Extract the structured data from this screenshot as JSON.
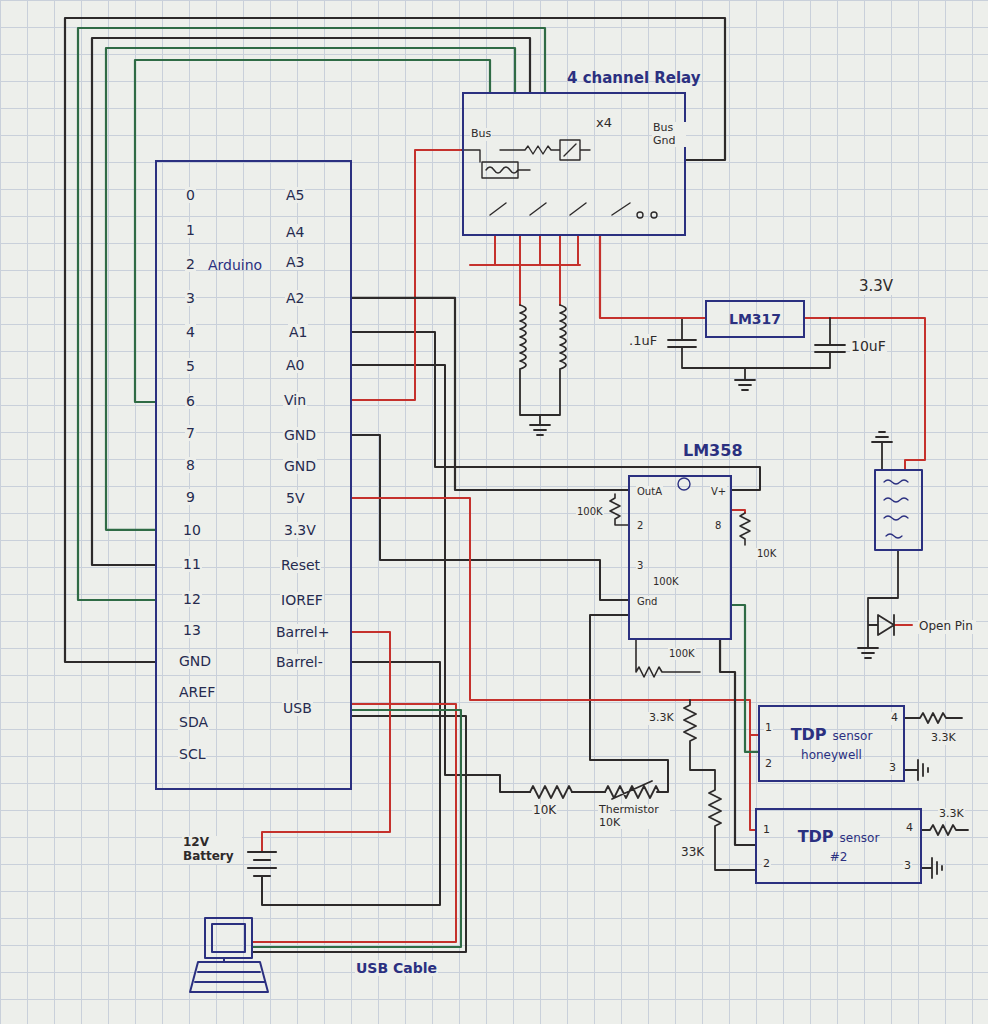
{
  "diagram": {
    "nodes": [
      {
        "text": [
          "Arduino"
        ]
      },
      {
        "text": [
          "4 channel Relay"
        ]
      },
      {
        "text": [
          "LM317"
        ]
      },
      {
        "text": [
          "LM358"
        ]
      },
      {
        "text": [
          "TDP",
          "sensor",
          "honeywell"
        ]
      },
      {
        "text": [
          "TDP",
          "sensor",
          "#2"
        ]
      }
    ],
    "edges": [
      {
        "from": 0,
        "to": 1,
        "arrow": "none"
      },
      {
        "from": 1,
        "to": 2,
        "arrow": "none"
      },
      {
        "from": 0,
        "to": 3,
        "arrow": "none"
      },
      {
        "from": 3,
        "to": 4,
        "arrow": "none"
      },
      {
        "from": 3,
        "to": 5,
        "arrow": "none"
      }
    ],
    "labels": [
      "0",
      "1",
      "2",
      "3",
      "4",
      "5",
      "6",
      "7",
      "8",
      "9",
      "10",
      "11",
      "12",
      "13",
      "GND",
      "AREF",
      "SDA",
      "SCL",
      "A5",
      "A4",
      "A3",
      "A2",
      "A1",
      "A0",
      "Vin",
      "GND",
      "GND",
      "5V",
      "3.3V",
      "Reset",
      "IOREF",
      "Barrel+",
      "Barrel-",
      "USB",
      "Bus",
      "Bus Gnd",
      "x4",
      "3.3V",
      ".1uF",
      "10uF",
      "OutA",
      "2",
      "3",
      "Gnd",
      "V+",
      "8",
      "100K",
      "100K",
      "100K",
      "10K",
      "3.3K",
      "33K",
      "3.3K",
      "3.3K",
      "10K",
      "Thermistor 10K",
      "12V Battery",
      "USB Cable",
      "Open Pin",
      "1",
      "2",
      "4",
      "3",
      "1",
      "2",
      "4",
      "3"
    ]
  }
}
